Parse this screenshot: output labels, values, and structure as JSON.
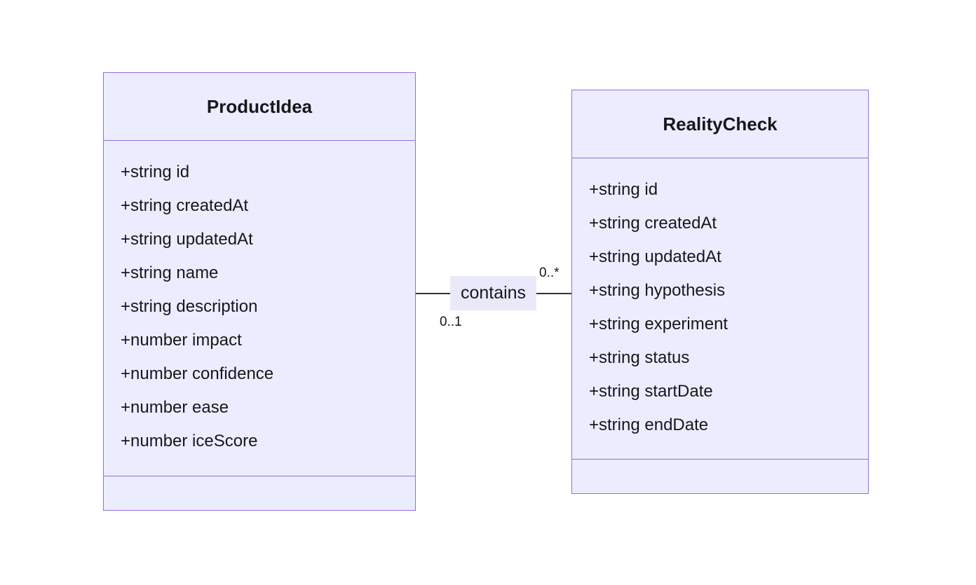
{
  "diagram": {
    "type": "uml-class-diagram",
    "background_color": "#ffffff",
    "colors": {
      "class_fill": "#ECECFF",
      "class_border": "#9370DB",
      "text": "#17171b",
      "relation_line": "#333333",
      "relation_label_bg": "#E9E9F9"
    }
  },
  "classes": [
    {
      "name": "ProductIdea",
      "attributes": [
        "+string id",
        "+string createdAt",
        "+string updatedAt",
        "+string name",
        "+string description",
        "+number impact",
        "+number confidence",
        "+number ease",
        "+number iceScore"
      ],
      "methods": []
    },
    {
      "name": "RealityCheck",
      "attributes": [
        "+string id",
        "+string createdAt",
        "+string updatedAt",
        "+string hypothesis",
        "+string experiment",
        "+string status",
        "+string startDate",
        "+string endDate"
      ],
      "methods": []
    }
  ],
  "relationship": {
    "label": "contains",
    "from": "ProductIdea",
    "to": "RealityCheck",
    "from_cardinality": "0..1",
    "to_cardinality": "0..*"
  }
}
